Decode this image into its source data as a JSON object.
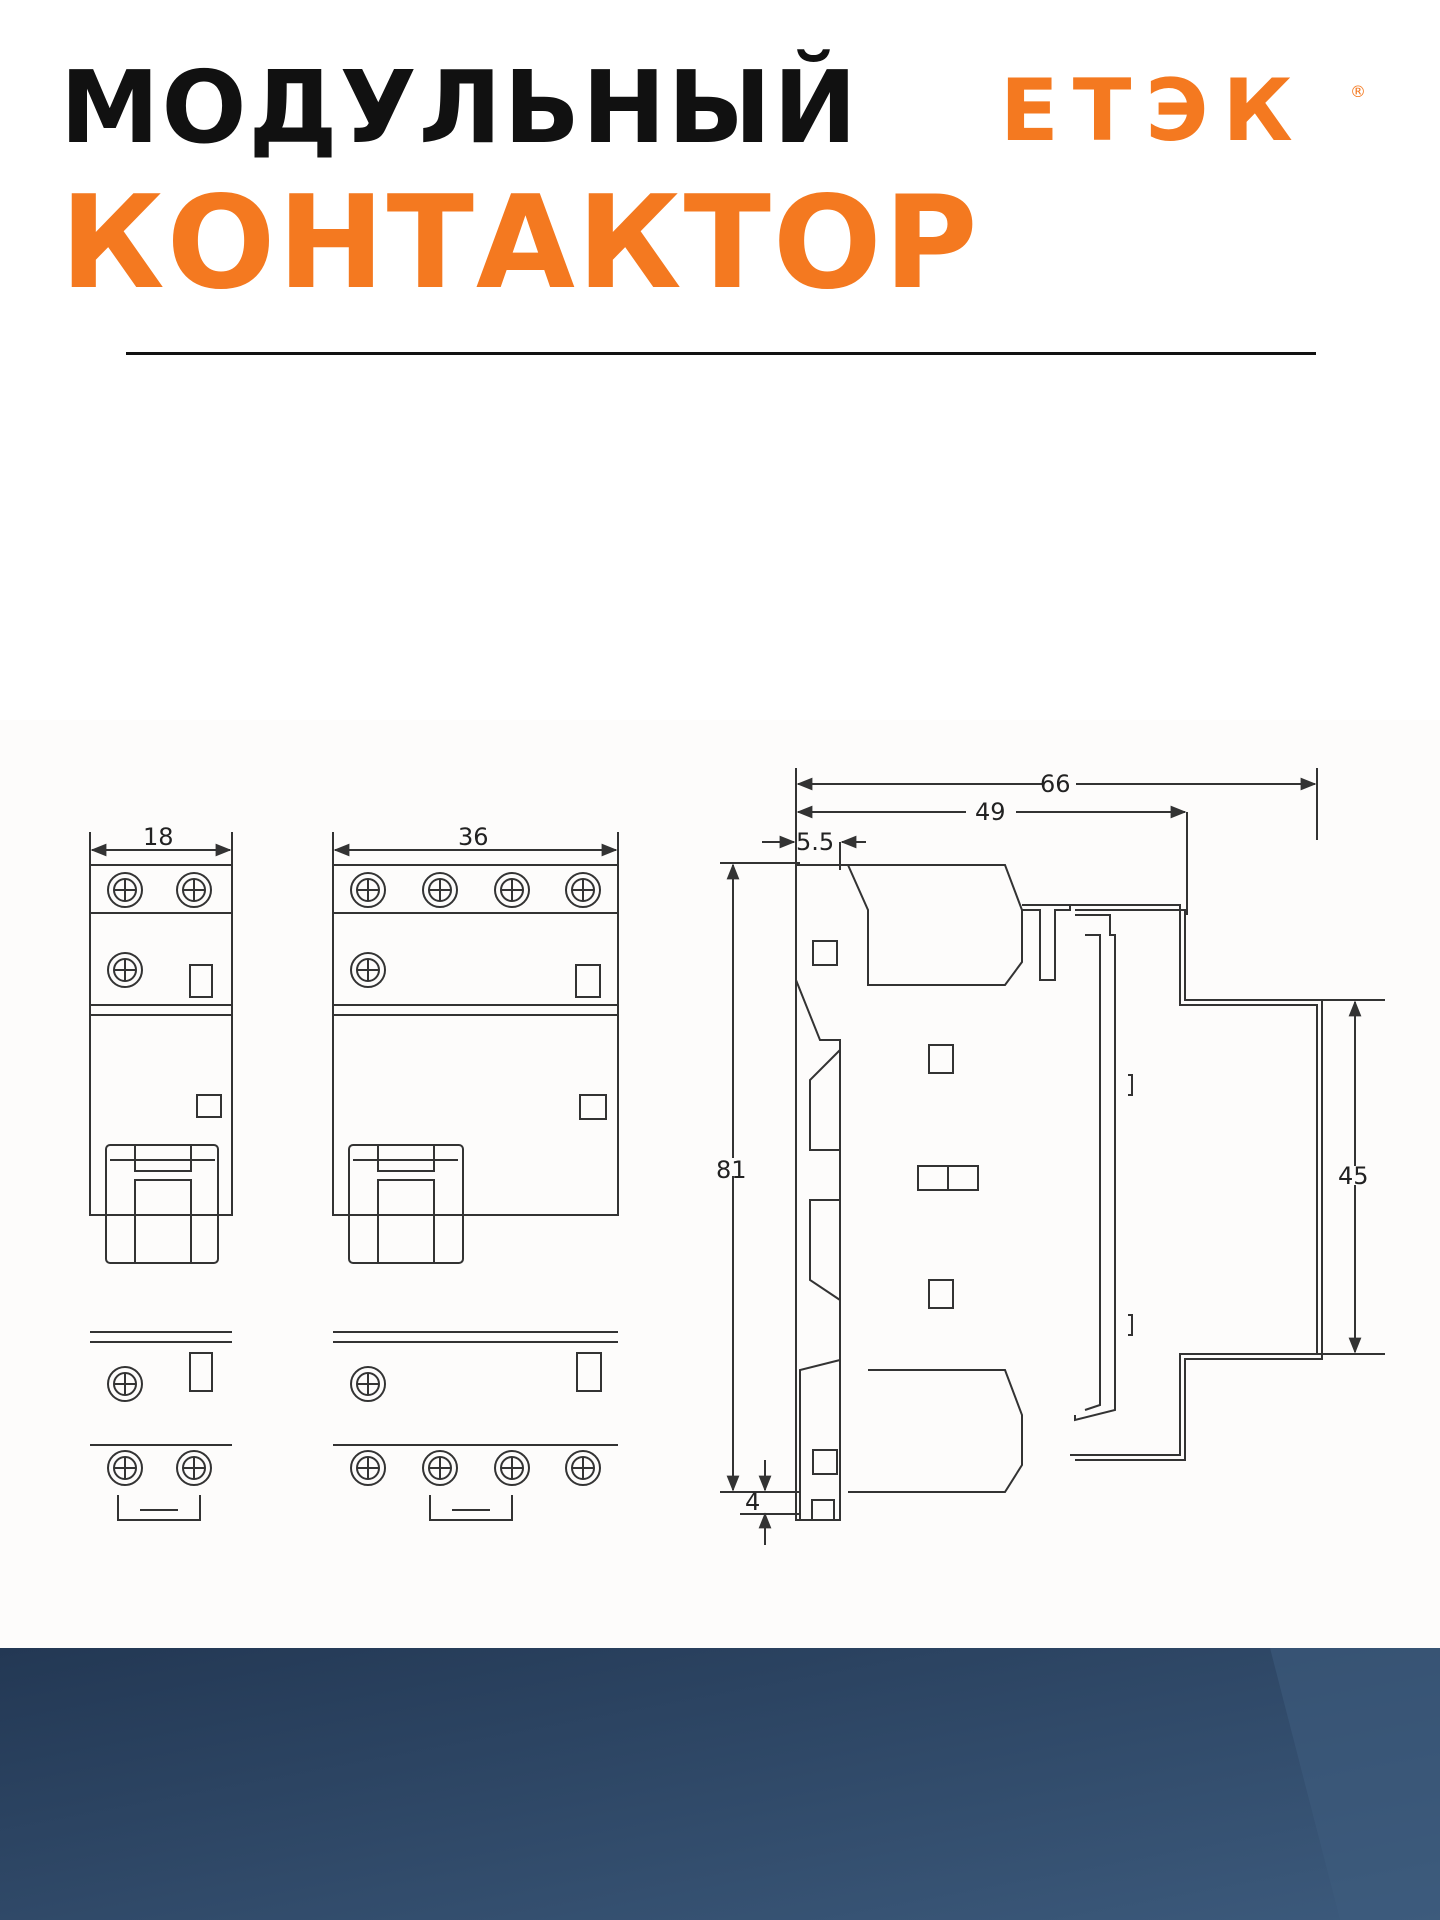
{
  "header": {
    "title_line1": "МОДУЛЬНЫЙ",
    "title_line2": "КОНТАКТОР",
    "logo_text": "ЕТЭК",
    "logo_mark": "®"
  },
  "drawing": {
    "front_1module": {
      "width_label": "18"
    },
    "front_2module": {
      "width_label": "36"
    },
    "side_view": {
      "depth_total": "66",
      "depth_body": "49",
      "offset": "5.5",
      "height": "81",
      "rail_height": "45",
      "foot": "4"
    }
  },
  "colors": {
    "accent": "#f47920",
    "title": "#111111",
    "line": "#333333",
    "footer_dark": "#233854",
    "footer_light": "#3c5a7c"
  }
}
